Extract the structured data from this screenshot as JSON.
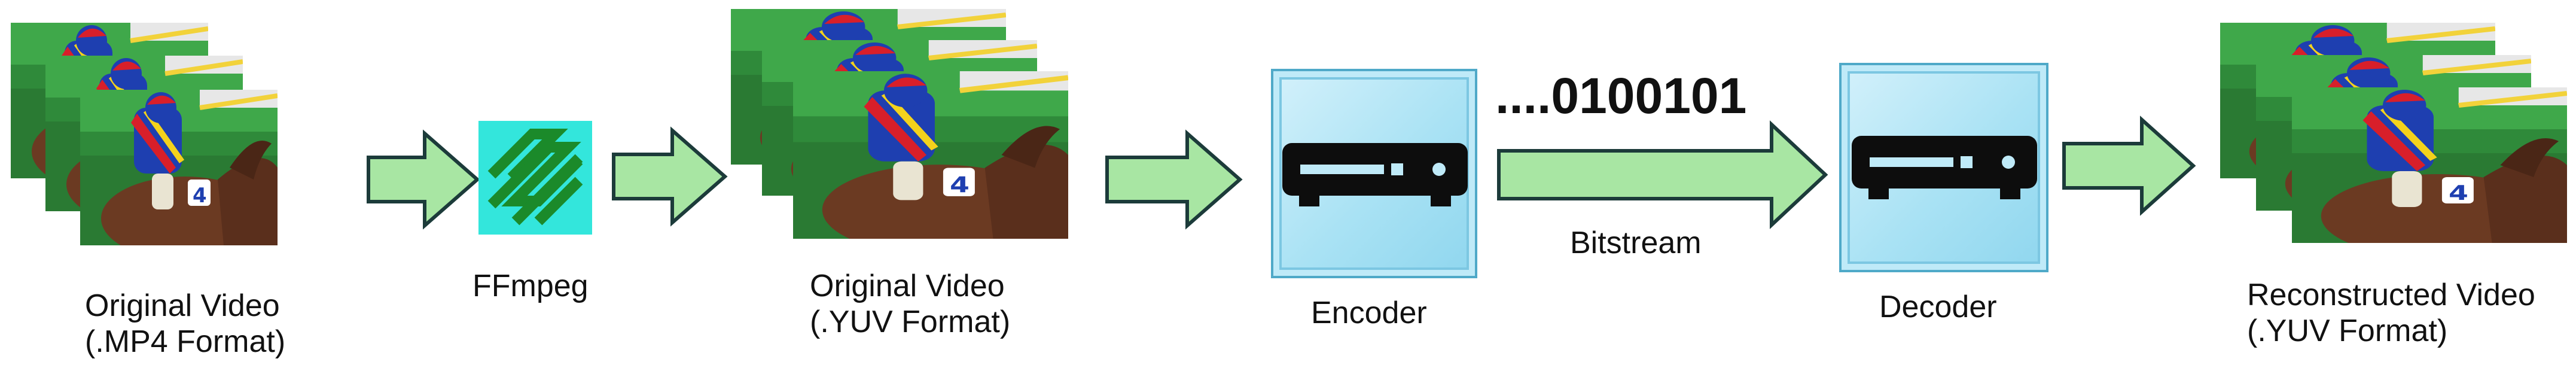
{
  "diagram": {
    "stage_original_mp4": {
      "line1": "Original Video",
      "line2": "(.MP4 Format)"
    },
    "stage_ffmpeg": {
      "label": "FFmpeg"
    },
    "stage_original_yuv": {
      "line1": "Original Video",
      "line2": "(.YUV Format)"
    },
    "stage_encoder": {
      "label": "Encoder"
    },
    "stage_bitstream": {
      "bits": "....0100101",
      "label": "Bitstream"
    },
    "stage_decoder": {
      "label": "Decoder"
    },
    "stage_reconstructed": {
      "line1": "Reconstructed Video",
      "line2": "(.YUV Format)"
    }
  },
  "colors": {
    "arrow_fill": "#a8e6a3",
    "arrow_stroke": "#1c3b3a",
    "box_fill": "#a9e2f4",
    "ffmpeg_bg": "#33e6dc",
    "ffmpeg_mark": "#1b8a2a",
    "device": "#0d0d0d"
  },
  "icons": [
    "video-frame-stack-icon",
    "ffmpeg-logo-icon",
    "encoder-device-icon",
    "decoder-device-icon",
    "right-arrow-icon"
  ]
}
